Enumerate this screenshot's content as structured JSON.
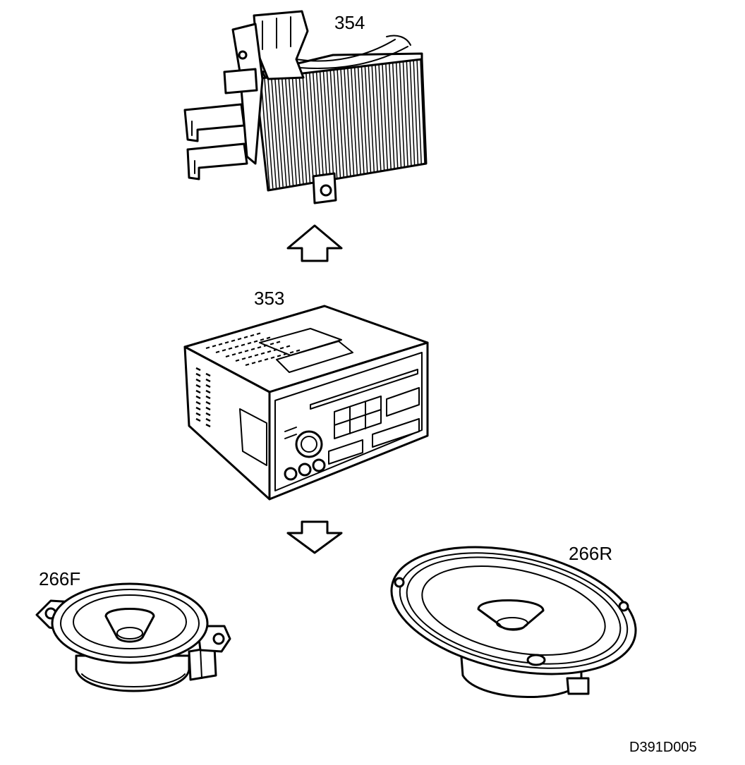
{
  "labels": {
    "amplifier": "354",
    "radio": "353",
    "front_speaker": "266F",
    "rear_speaker": "266R"
  },
  "drawing_code": "D391D005",
  "icons": [
    "up-arrow-icon",
    "down-arrow-icon"
  ]
}
